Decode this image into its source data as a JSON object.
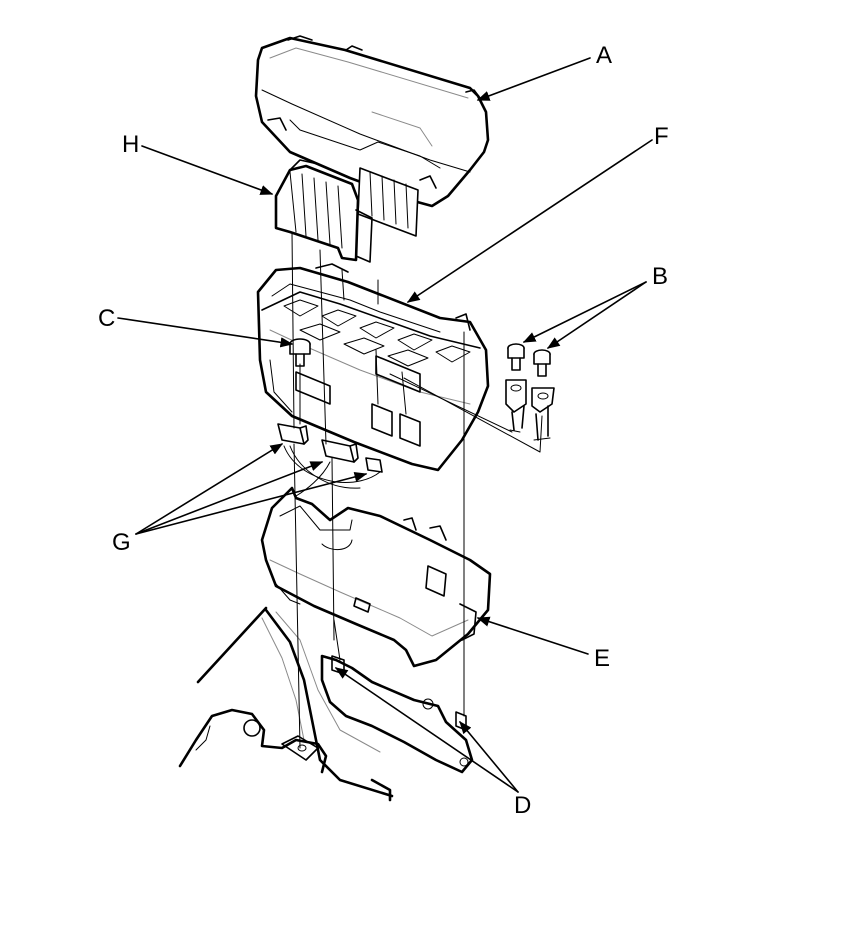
{
  "labels": {
    "a": "A",
    "b": "B",
    "c": "C",
    "d": "D",
    "e": "E",
    "f": "F",
    "g": "G",
    "h": "H"
  }
}
